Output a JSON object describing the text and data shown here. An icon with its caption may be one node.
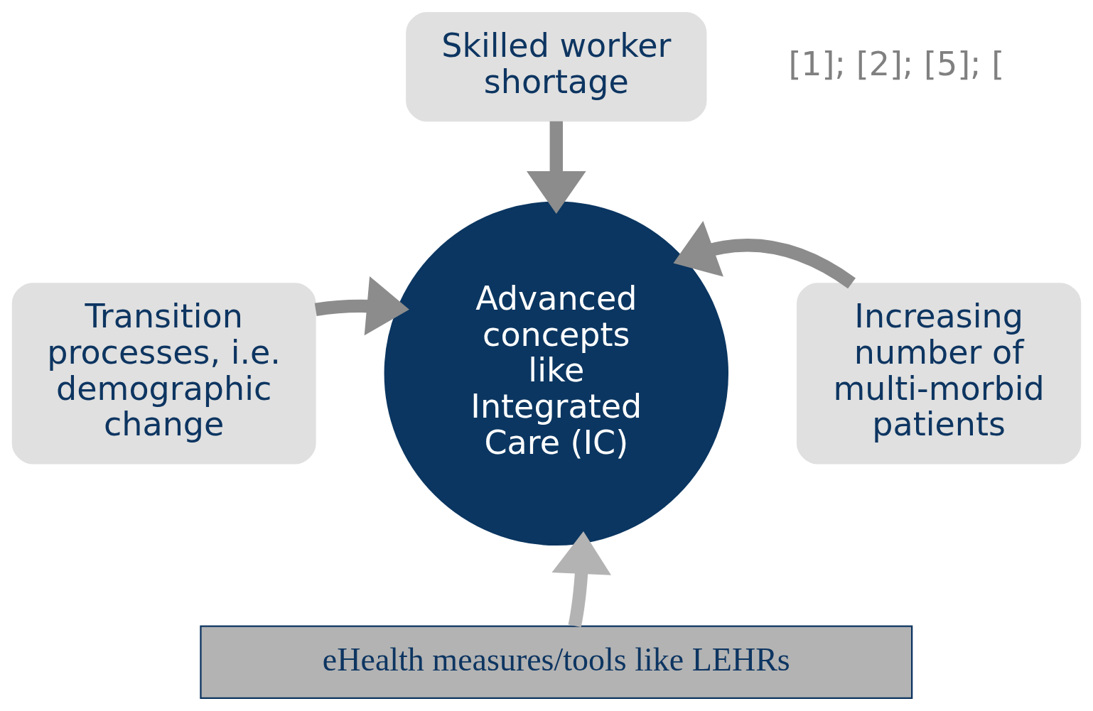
{
  "diagram": {
    "nodes": [
      {
        "text": [
          "Skilled worker shortage"
        ]
      },
      {
        "text": [
          "Transition processes, i.e. demographic change"
        ]
      },
      {
        "text": [
          "Advanced concepts like Integrated Care (IC)"
        ]
      },
      {
        "text": [
          "Increasing number of multi-morbid patients"
        ]
      },
      {
        "text": [
          "eHealth measures/tools like LEHRs"
        ]
      }
    ],
    "edges": [
      {
        "from": 0,
        "to": 2,
        "arrow": "to"
      },
      {
        "from": 1,
        "to": 2,
        "arrow": "to"
      },
      {
        "from": 3,
        "to": 2,
        "arrow": "to"
      },
      {
        "from": 4,
        "to": 2,
        "arrow": "to",
        "color": "#b3b3b3"
      }
    ],
    "labels": [
      "[1]; [2]; [5]; ["
    ]
  }
}
